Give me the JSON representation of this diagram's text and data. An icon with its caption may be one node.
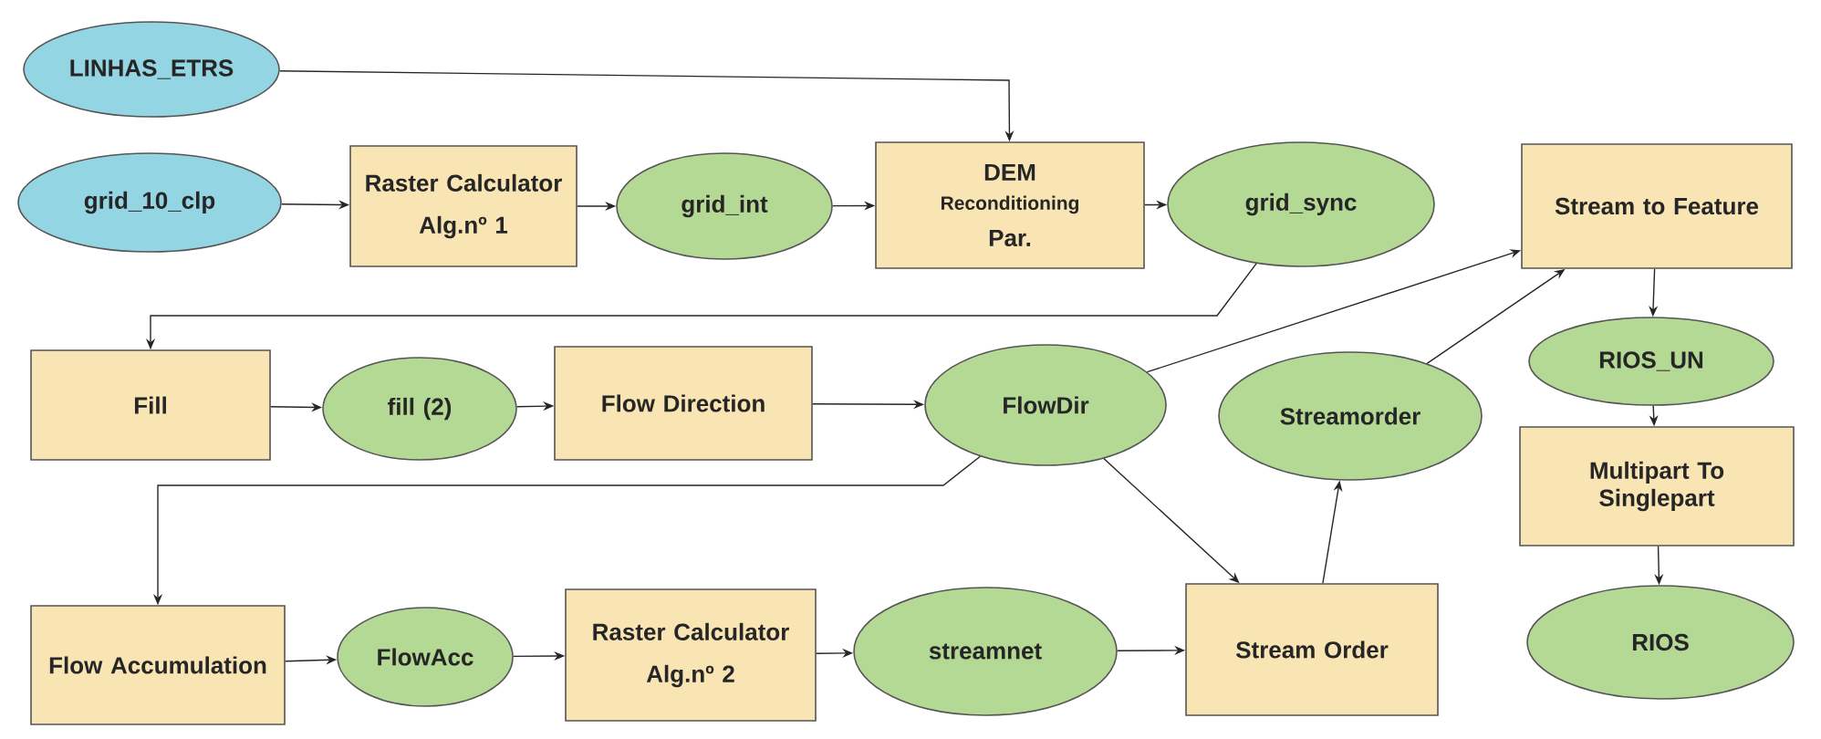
{
  "diagram": {
    "nodes": [
      {
        "text": [
          "LINHAS_ETRS"
        ]
      },
      {
        "text": [
          "grid_10_clp"
        ]
      },
      {
        "text": [
          "Raster Calculator",
          "Alg.nº 1"
        ]
      },
      {
        "text": [
          "grid_int"
        ]
      },
      {
        "text": [
          "DEM",
          "Reconditioning",
          "Par."
        ]
      },
      {
        "text": [
          "grid_sync"
        ]
      },
      {
        "text": [
          "Stream to Feature"
        ]
      },
      {
        "text": [
          "Fill"
        ]
      },
      {
        "text": [
          "fill (2)"
        ]
      },
      {
        "text": [
          "Flow Direction"
        ]
      },
      {
        "text": [
          "FlowDir"
        ]
      },
      {
        "text": [
          "Streamorder"
        ]
      },
      {
        "text": [
          "RIOS_UN"
        ]
      },
      {
        "text": [
          "Multipart To Singlepart"
        ]
      },
      {
        "text": [
          "Stream Order"
        ]
      },
      {
        "text": [
          "Flow Accumulation"
        ]
      },
      {
        "text": [
          "FlowAcc"
        ]
      },
      {
        "text": [
          "Raster Calculator",
          "Alg.nº 2"
        ]
      },
      {
        "text": [
          "streamnet"
        ]
      },
      {
        "text": [
          "RIOS"
        ]
      }
    ],
    "edges": [
      {
        "from": 0,
        "to": 4,
        "arrow": "to"
      },
      {
        "from": 1,
        "to": 2,
        "arrow": "to"
      },
      {
        "from": 2,
        "to": 3,
        "arrow": "to"
      },
      {
        "from": 3,
        "to": 4,
        "arrow": "to"
      },
      {
        "from": 4,
        "to": 5,
        "arrow": "to"
      },
      {
        "from": 5,
        "to": 7,
        "arrow": "to"
      },
      {
        "from": 7,
        "to": 8,
        "arrow": "to"
      },
      {
        "from": 8,
        "to": 9,
        "arrow": "to"
      },
      {
        "from": 9,
        "to": 10,
        "arrow": "to"
      },
      {
        "from": 10,
        "to": 15,
        "arrow": "to"
      },
      {
        "from": 10,
        "to": 6,
        "arrow": "to"
      },
      {
        "from": 10,
        "to": 14,
        "arrow": "to"
      },
      {
        "from": 15,
        "to": 16,
        "arrow": "to"
      },
      {
        "from": 16,
        "to": 17,
        "arrow": "to"
      },
      {
        "from": 17,
        "to": 18,
        "arrow": "to"
      },
      {
        "from": 18,
        "to": 14,
        "arrow": "to"
      },
      {
        "from": 14,
        "to": 11,
        "arrow": "to"
      },
      {
        "from": 11,
        "to": 6,
        "arrow": "to"
      },
      {
        "from": 6,
        "to": 12,
        "arrow": "to"
      },
      {
        "from": 12,
        "to": 13,
        "arrow": "to"
      },
      {
        "from": 13,
        "to": 19,
        "arrow": "to"
      }
    ]
  }
}
